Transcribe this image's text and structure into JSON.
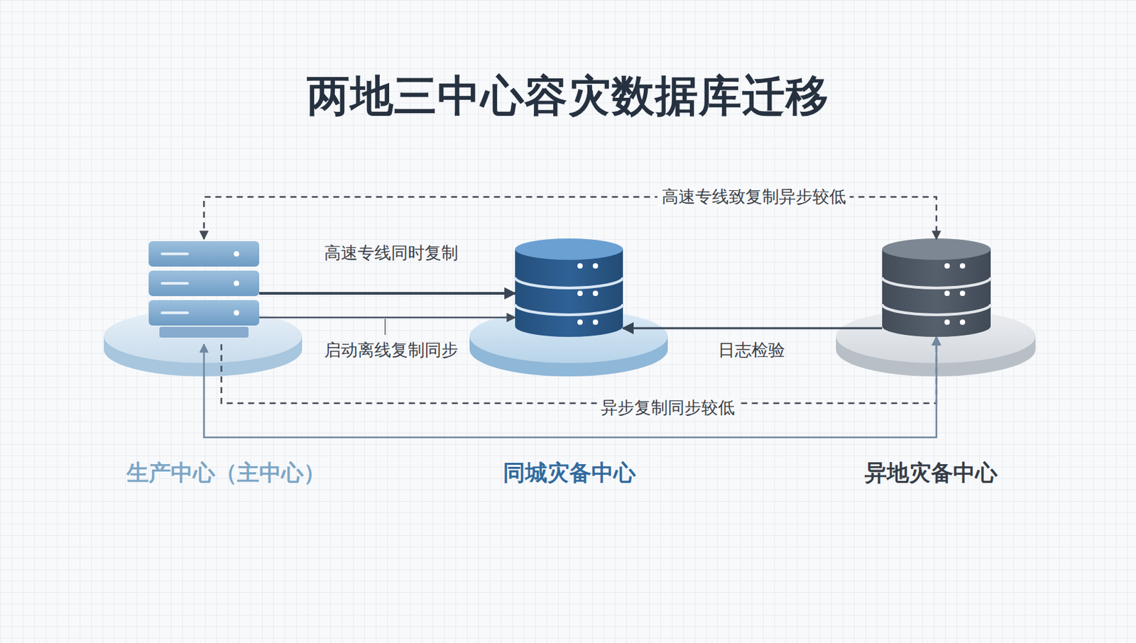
{
  "diagram": {
    "title": "两地三中心容灾数据库迁移",
    "nodes": [
      {
        "text": [
          "生产中心（主中心）"
        ]
      },
      {
        "text": [
          "同城灾备中心"
        ]
      },
      {
        "text": [
          "异地灾备中心"
        ]
      }
    ],
    "edges": [
      {
        "from": 0,
        "to": 2,
        "arrow": "both",
        "label": "高速专线致复制异步较低"
      },
      {
        "from": 0,
        "to": 1,
        "arrow": "to",
        "label": "高速专线同时复制"
      },
      {
        "from": 0,
        "to": 1,
        "arrow": "to",
        "label": "启动离线复制同步"
      },
      {
        "from": 2,
        "to": 1,
        "arrow": "to",
        "label": "日志检验"
      },
      {
        "from": 0,
        "to": 2,
        "arrow": "to",
        "label": "异步复制同步较低"
      },
      {
        "from": 2,
        "to": 0,
        "arrow": "both"
      }
    ]
  }
}
